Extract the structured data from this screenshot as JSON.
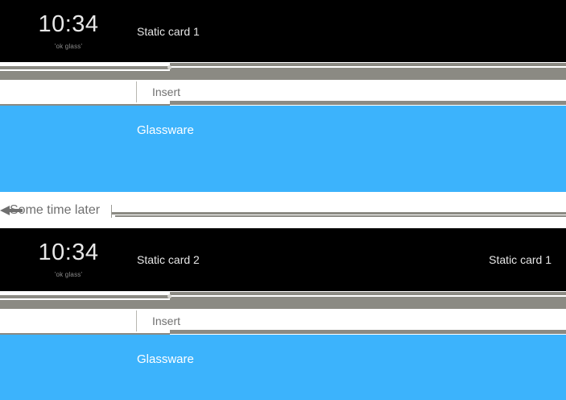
{
  "meta": {
    "title": "Glass timeline insertion diagram",
    "colors": {
      "card_black": "#000000",
      "glassware_blue": "#3cb3fc",
      "connector_gray": "#8b8a83",
      "insert_white": "#ffffff",
      "label_gray": "#707070"
    }
  },
  "clock": {
    "time": "10:34",
    "hint": "'ok glass'"
  },
  "sequence_one": {
    "home_card": {
      "name": "home-card",
      "static_card_center": "Static card 1"
    },
    "connector": {
      "node_label": ""
    },
    "insert": {
      "label": "Insert"
    },
    "glassware": {
      "label": "Glassware"
    }
  },
  "divider": {
    "label": "Some time later",
    "arrow_icon": "left-arrow-icon"
  },
  "sequence_two": {
    "home_card": {
      "name": "home-card",
      "static_card_center": "Static card 2",
      "static_card_right": "Static card 1"
    },
    "connector": {
      "node_label": ""
    },
    "insert": {
      "label": "Insert"
    },
    "glassware": {
      "label": "Glassware"
    }
  }
}
